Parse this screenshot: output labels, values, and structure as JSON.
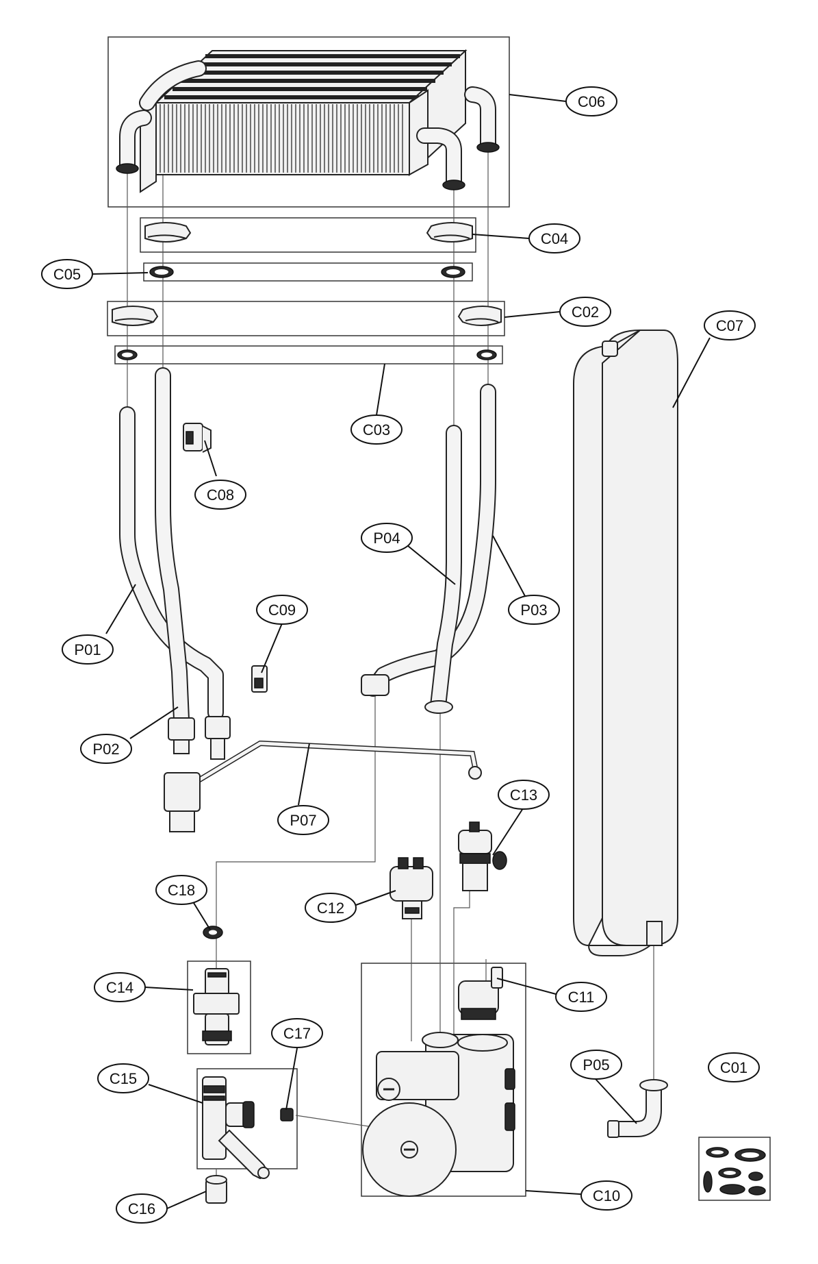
{
  "labels": {
    "c01": "C01",
    "c02": "C02",
    "c03": "C03",
    "c04": "C04",
    "c05": "C05",
    "c06": "C06",
    "c07": "C07",
    "c08": "C08",
    "c09": "C09",
    "c10": "C10",
    "c11": "C11",
    "c12": "C12",
    "c13": "C13",
    "c14": "C14",
    "c15": "C15",
    "c16": "C16",
    "c17": "C17",
    "c18": "C18",
    "p01": "P01",
    "p02": "P02",
    "p03": "P03",
    "p04": "P04",
    "p05": "P05",
    "p07": "P07"
  }
}
